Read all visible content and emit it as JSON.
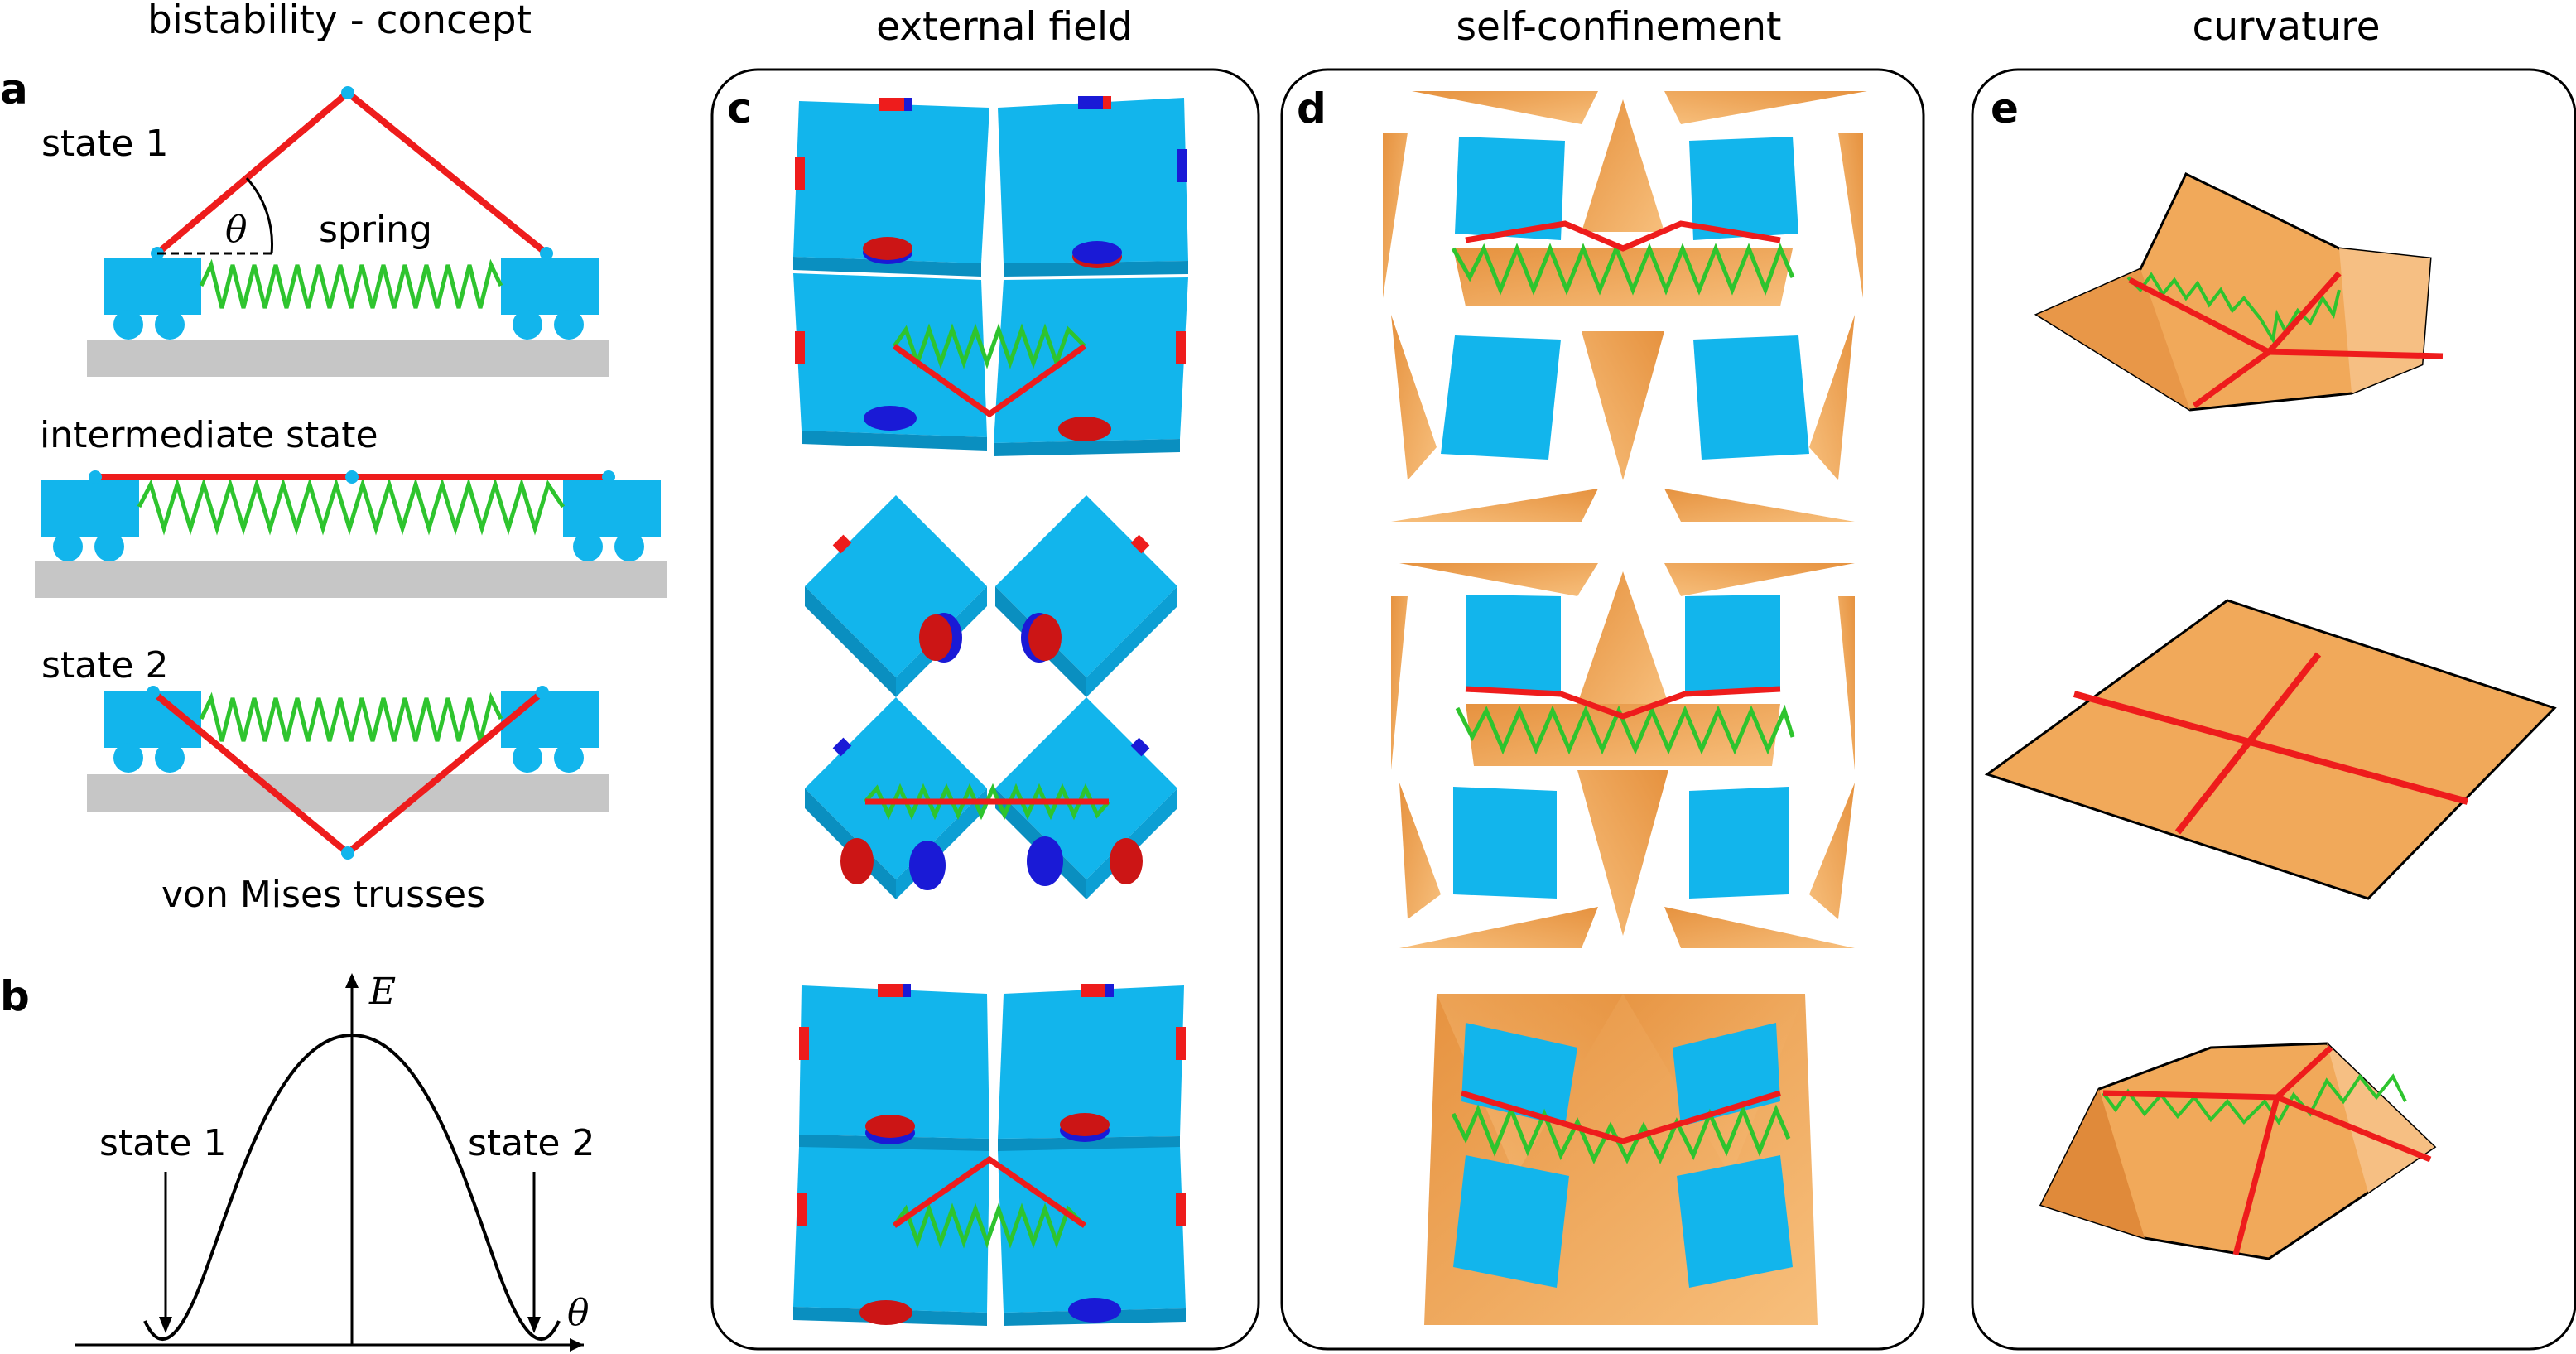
{
  "headings": {
    "concept": "bistability - concept",
    "external": "external field",
    "confine": "self-confinement",
    "curvature": "curvature"
  },
  "panels": {
    "a": "a",
    "b": "b",
    "c": "c",
    "d": "d",
    "e": "e"
  },
  "panel_a": {
    "state1": "state 1",
    "theta": "θ",
    "spring": "spring",
    "intermediate": "intermediate state",
    "state2": "state 2",
    "caption": "von Mises trusses"
  },
  "panel_b": {
    "ylabel": "E",
    "xlabel": "θ",
    "state1": "state 1",
    "state2": "state 2"
  },
  "colors": {
    "cyan": "#12b5ec",
    "orange": "#f1a95a",
    "red": "#ee1c1c",
    "green": "#2ec42e",
    "gray": "#c6c6c6",
    "magnet_blue": "#1a1ad6"
  }
}
